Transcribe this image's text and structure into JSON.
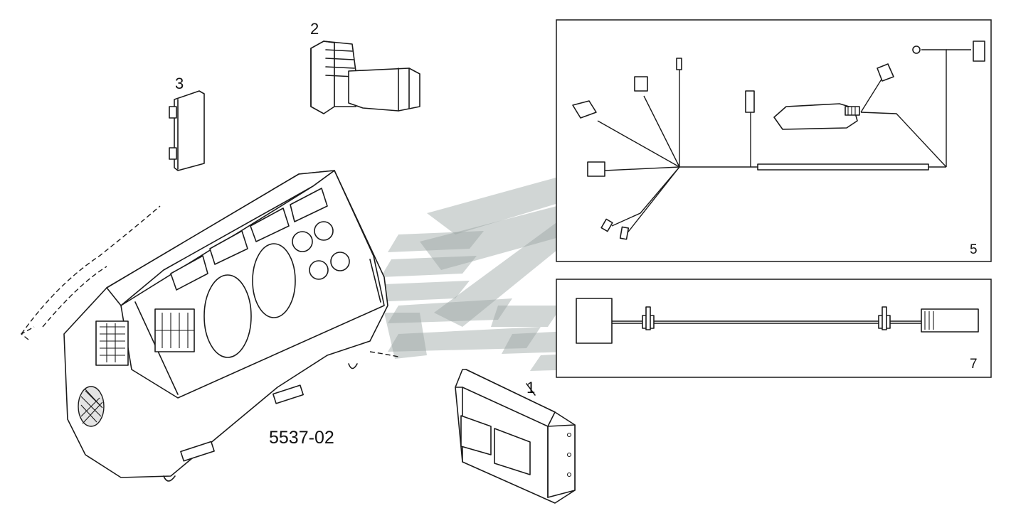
{
  "labels": {
    "callout_1": "1",
    "callout_2": "2",
    "callout_3": "3",
    "callout_5": "5",
    "callout_7": "7",
    "drawing_number": "5537-02"
  }
}
